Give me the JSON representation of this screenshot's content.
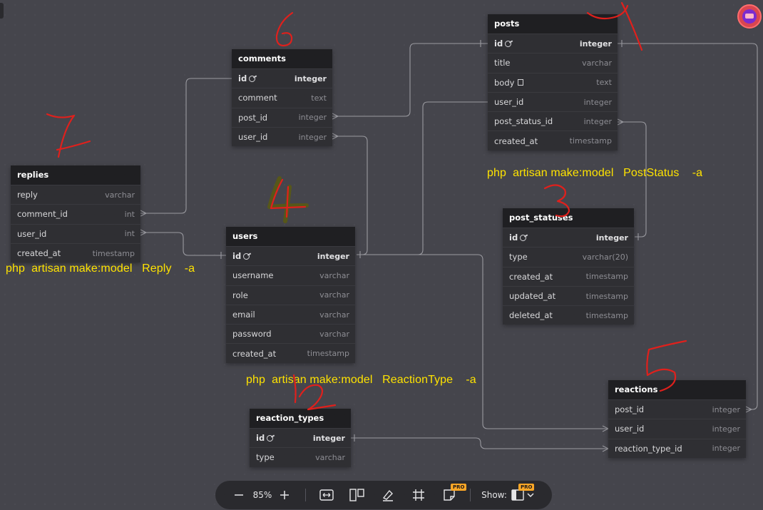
{
  "tables": {
    "posts": {
      "name": "posts",
      "rows": [
        {
          "col": "id",
          "type": "integer"
        },
        {
          "col": "title",
          "type": "varchar"
        },
        {
          "col": "body",
          "type": "text"
        },
        {
          "col": "user_id",
          "type": "integer"
        },
        {
          "col": "post_status_id",
          "type": "integer"
        },
        {
          "col": "created_at",
          "type": "timestamp"
        }
      ]
    },
    "comments": {
      "name": "comments",
      "rows": [
        {
          "col": "id",
          "type": "integer"
        },
        {
          "col": "comment",
          "type": "text"
        },
        {
          "col": "post_id",
          "type": "integer"
        },
        {
          "col": "user_id",
          "type": "integer"
        }
      ]
    },
    "replies": {
      "name": "replies",
      "rows": [
        {
          "col": "reply",
          "type": "varchar"
        },
        {
          "col": "comment_id",
          "type": "int"
        },
        {
          "col": "user_id",
          "type": "int"
        },
        {
          "col": "created_at",
          "type": "timestamp"
        }
      ]
    },
    "users": {
      "name": "users",
      "rows": [
        {
          "col": "id",
          "type": "integer"
        },
        {
          "col": "username",
          "type": "varchar"
        },
        {
          "col": "role",
          "type": "varchar"
        },
        {
          "col": "email",
          "type": "varchar"
        },
        {
          "col": "password",
          "type": "varchar"
        },
        {
          "col": "created_at",
          "type": "timestamp"
        }
      ]
    },
    "post_statuses": {
      "name": "post_statuses",
      "rows": [
        {
          "col": "id",
          "type": "integer"
        },
        {
          "col": "type",
          "type": "varchar(20)"
        },
        {
          "col": "created_at",
          "type": "timestamp"
        },
        {
          "col": "updated_at",
          "type": "timestamp"
        },
        {
          "col": "deleted_at",
          "type": "timestamp"
        }
      ]
    },
    "reaction_types": {
      "name": "reaction_types",
      "rows": [
        {
          "col": "id",
          "type": "integer"
        },
        {
          "col": "type",
          "type": "varchar"
        }
      ]
    },
    "reactions": {
      "name": "reactions",
      "rows": [
        {
          "col": "post_id",
          "type": "integer"
        },
        {
          "col": "user_id",
          "type": "integer"
        },
        {
          "col": "reaction_type_id",
          "type": "integer"
        }
      ]
    }
  },
  "annotations": {
    "cmd_post_status": "php  artisan make:model   PostStatus    -a",
    "cmd_reply": "php  artisan make:model   Reply    -a",
    "cmd_reaction_type": "php  artisan make:model   ReactionType    -a"
  },
  "toolbar": {
    "zoom": "85%",
    "show_label": "Show:",
    "pro_badge": "PRO"
  },
  "colors": {
    "canvas": "#45454c",
    "table_header": "#1f1f22",
    "table_body": "#2f2f33",
    "annotation_text": "#ffe300",
    "handwriting": "#e0201c"
  }
}
